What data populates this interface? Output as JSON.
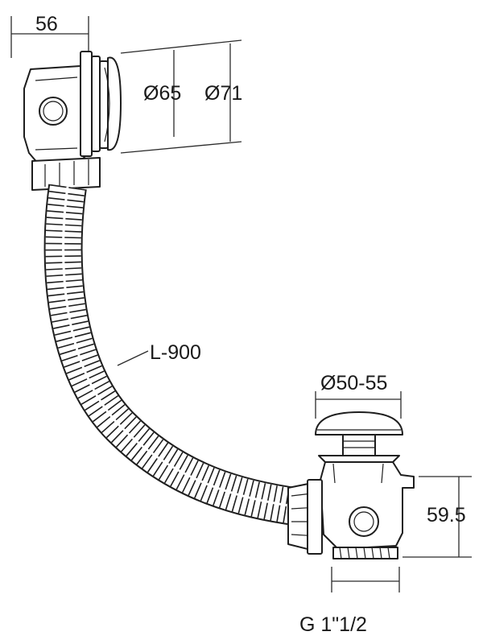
{
  "labels": {
    "overflow_depth": "56",
    "overflow_inner_diameter": "Ø65",
    "overflow_outer_diameter": "Ø71",
    "hose_length": "L-900",
    "plug_diameter": "Ø50-55",
    "waste_height": "59.5",
    "thread": "G 1\"1/2"
  },
  "colors": {
    "line": "#1e1e1e",
    "background": "#ffffff"
  }
}
